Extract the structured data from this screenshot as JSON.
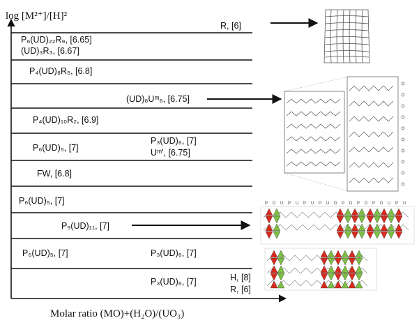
{
  "axes": {
    "y_title": "log [M²⁺]/[H]²",
    "x_title": "Molar ratio (MO)+(H₂O)/(UO₃)"
  },
  "labels": {
    "l1": "R, [6]",
    "l2": "P₆(UD)₂₂R₉, [6.65]",
    "l3": "(UD)₃R₃, [6.67]",
    "l4": "P₄(UD)₈R₅, [6.8]",
    "l5": "(UD)₆Uᵐ₆, [6.75]",
    "l6": "P₄(UD)₁₀R₂, [6.9]",
    "l7": "P₆(UD)₅, [7]",
    "l8a": "P₃(UD)₆, [7]",
    "l8b": "Uᵐ', [6.75]",
    "l9": "FW, [6.8]",
    "l10": "P₆(UD)₅, [7]",
    "l11": "P₉(UD)₁₁, [7]",
    "l12": "P₆(UD)₅, [7]",
    "l13": "P₃(UD)₆, [7]",
    "l14": "P₃(UD)₆, [7]",
    "l15": "H, [8]",
    "l16": "R, [6]"
  },
  "structure_letters": [
    "P",
    "D",
    "U",
    "P",
    "U",
    "P",
    "U",
    "P",
    "U",
    "D",
    "P",
    "D",
    "P",
    "D",
    "P",
    "D",
    "U",
    "P",
    "U"
  ],
  "colors": {
    "red": "#d92a1e",
    "green": "#7cc043",
    "line": "#111111",
    "gray": "#777777"
  }
}
